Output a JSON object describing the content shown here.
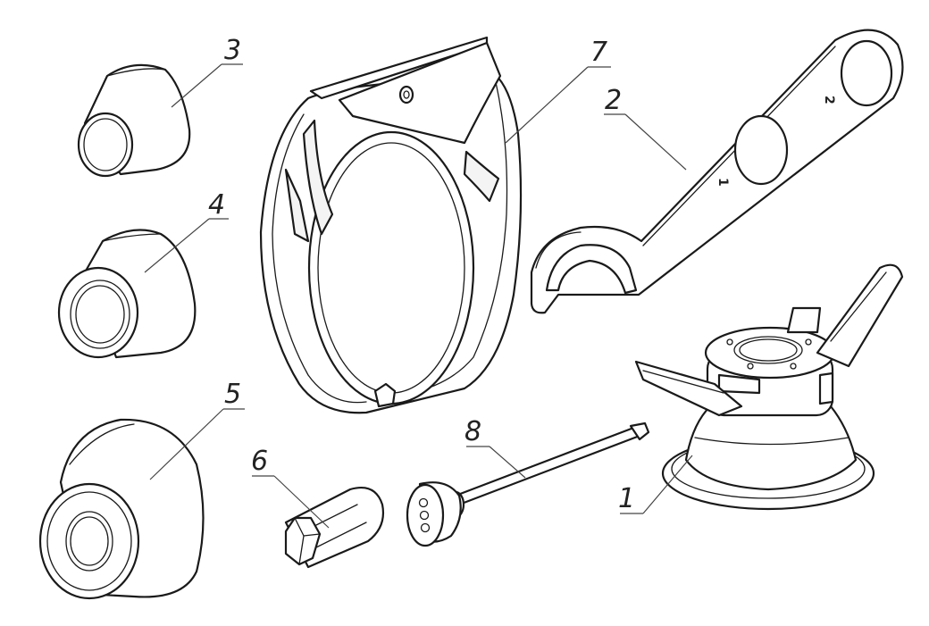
{
  "figure": {
    "parts": [
      {
        "id": "part-1",
        "label": "1"
      },
      {
        "id": "part-2",
        "label": "2"
      },
      {
        "id": "part-3",
        "label": "3"
      },
      {
        "id": "part-4",
        "label": "4"
      },
      {
        "id": "part-5",
        "label": "5"
      },
      {
        "id": "part-6",
        "label": "6"
      },
      {
        "id": "part-7",
        "label": "7"
      },
      {
        "id": "part-8",
        "label": "8"
      }
    ],
    "wrench_marks": [
      "1",
      "2"
    ]
  }
}
